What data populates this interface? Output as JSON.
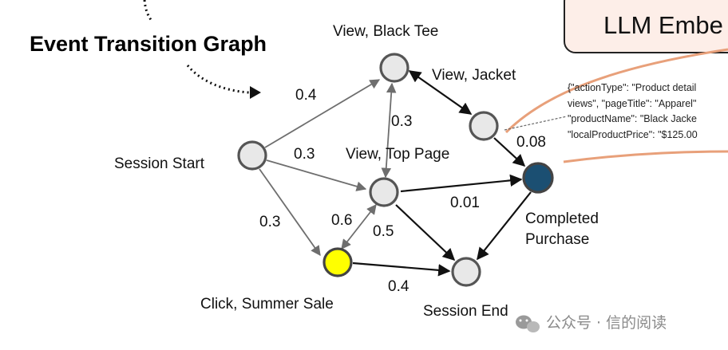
{
  "diagram": {
    "title": "Event Transition Graph",
    "nodes": {
      "view_black_tee": "View, Black Tee",
      "view_jacket": "View, Jacket",
      "session_start": "Session Start",
      "view_top_page": "View, Top Page",
      "completed_purchase_line1": "Completed",
      "completed_purchase_line2": "Purchase",
      "click_summer_sale": "Click, Summer Sale",
      "session_end": "Session End"
    },
    "edge_labels": {
      "start_to_tee": "0.4",
      "tee_top_page": "0.3",
      "start_to_top_page": "0.3",
      "jacket_to_purchase": "0.08",
      "start_to_sale": "0.3",
      "top_page_to_purchase": "0.01",
      "sale_top_page": "0.6",
      "top_page_to_end": "0.5",
      "sale_to_end": "0.4"
    },
    "llm_box_title": "LLM Embe",
    "json_snippet": [
      "{\"actionType\": \"Product detail",
      "views\", \"pageTitle\": \"Apparel\"",
      "\"productName\": \"Black Jacke",
      "\"localProductPrice\": \"$125.00"
    ],
    "watermark": "公众号 · 信的阅读"
  },
  "colors": {
    "node_fill": "#e8e8e8",
    "purchase_node": "#1b4f72",
    "sale_node": "#ffff00",
    "llm_box_fill": "#fdeee8",
    "llm_box_border": "#e08b5c",
    "orange_curves": "#e8a07a"
  }
}
